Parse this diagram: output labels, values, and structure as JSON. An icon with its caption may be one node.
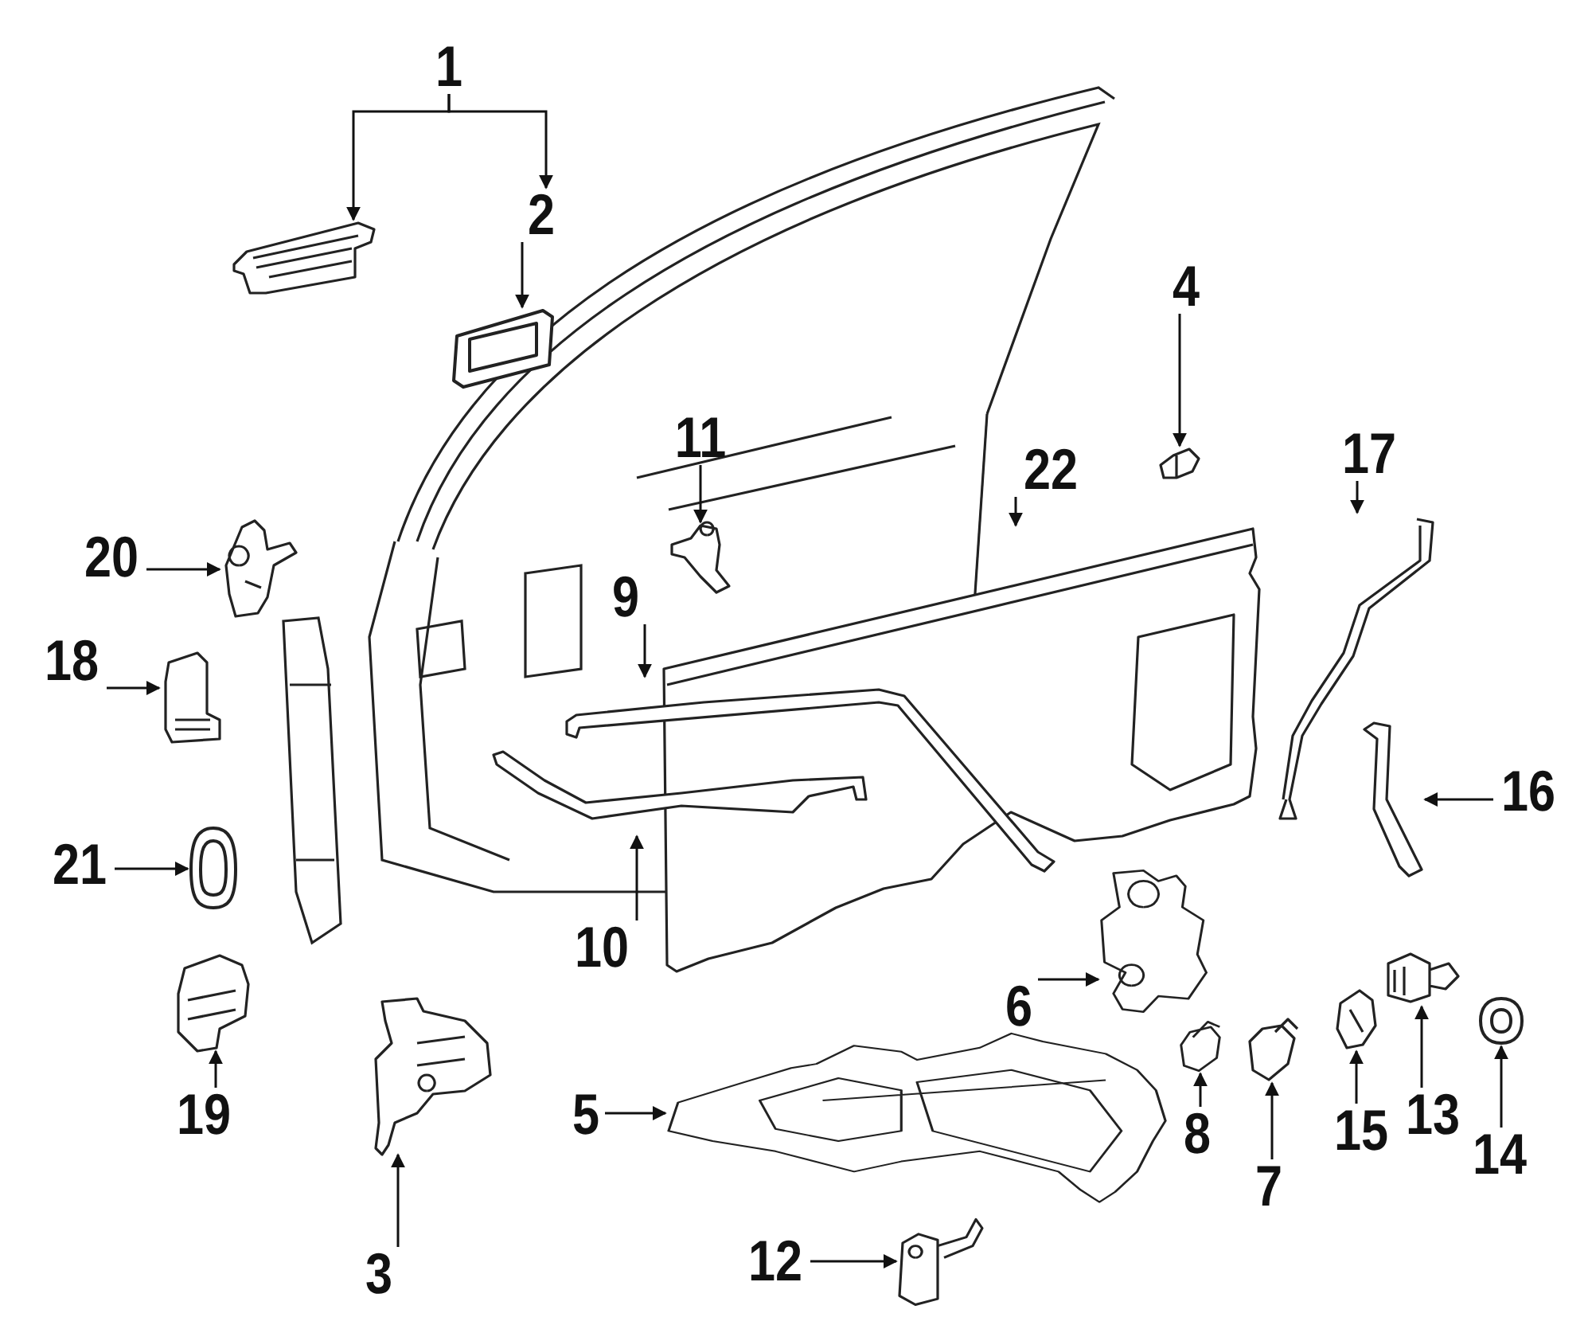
{
  "diagram": {
    "nodes": [
      {
        "text": [
          "1"
        ]
      },
      {
        "text": [],
        "shape": "picture"
      },
      {
        "text": [
          "2"
        ]
      },
      {
        "text": [],
        "shape": "box"
      },
      {
        "text": [
          "4"
        ]
      },
      {
        "text": [],
        "shape": "picture"
      },
      {
        "text": [
          "11"
        ]
      },
      {
        "text": [],
        "shape": "picture"
      },
      {
        "text": [
          "22"
        ]
      },
      {
        "text": [],
        "shape": "picture"
      },
      {
        "text": [
          "17"
        ]
      },
      {
        "text": [],
        "shape": "picture"
      },
      {
        "text": [
          "20"
        ]
      },
      {
        "text": [],
        "shape": "picture"
      },
      {
        "text": [
          "18"
        ]
      },
      {
        "text": [],
        "shape": "picture"
      },
      {
        "text": [
          "9"
        ]
      },
      {
        "text": [],
        "shape": "picture"
      },
      {
        "text": [
          "16"
        ]
      },
      {
        "text": [],
        "shape": "picture"
      },
      {
        "text": [
          "21"
        ]
      },
      {
        "text": [],
        "shape": "circle"
      },
      {
        "text": [
          "10"
        ]
      },
      {
        "text": [],
        "shape": "picture"
      },
      {
        "text": [
          "6"
        ]
      },
      {
        "text": [],
        "shape": "picture"
      },
      {
        "text": [
          "19"
        ]
      },
      {
        "text": [],
        "shape": "picture"
      },
      {
        "text": [
          "15"
        ]
      },
      {
        "text": [],
        "shape": "picture"
      },
      {
        "text": [
          "13"
        ]
      },
      {
        "text": [],
        "shape": "picture"
      },
      {
        "text": [
          "14"
        ]
      },
      {
        "text": [],
        "shape": "circle"
      },
      {
        "text": [
          "8"
        ]
      },
      {
        "text": [],
        "shape": "picture"
      },
      {
        "text": [
          "7"
        ]
      },
      {
        "text": [],
        "shape": "picture"
      },
      {
        "text": [
          "5"
        ]
      },
      {
        "text": [],
        "shape": "picture"
      },
      {
        "text": [
          "12"
        ]
      },
      {
        "text": [],
        "shape": "picture"
      },
      {
        "text": [
          "3"
        ]
      },
      {
        "text": [],
        "shape": "picture"
      }
    ],
    "edges": [
      {
        "from": 0,
        "to": 1,
        "arrow": "to"
      },
      {
        "from": 0,
        "to": 2,
        "arrow": "to"
      },
      {
        "from": 2,
        "to": 3,
        "arrow": "to"
      },
      {
        "from": 4,
        "to": 5,
        "arrow": "to"
      },
      {
        "from": 6,
        "to": 7,
        "arrow": "to"
      },
      {
        "from": 8,
        "to": 9,
        "arrow": "to"
      },
      {
        "from": 10,
        "to": 11,
        "arrow": "to"
      },
      {
        "from": 12,
        "to": 13,
        "arrow": "to"
      },
      {
        "from": 14,
        "to": 15,
        "arrow": "to"
      },
      {
        "from": 16,
        "to": 17,
        "arrow": "to"
      },
      {
        "from": 18,
        "to": 19,
        "arrow": "to"
      },
      {
        "from": 20,
        "to": 21,
        "arrow": "to"
      },
      {
        "from": 22,
        "to": 23,
        "arrow": "to"
      },
      {
        "from": 24,
        "to": 25,
        "arrow": "to"
      },
      {
        "from": 26,
        "to": 27,
        "arrow": "to"
      },
      {
        "from": 28,
        "to": 29,
        "arrow": "to"
      },
      {
        "from": 30,
        "to": 31,
        "arrow": "to"
      },
      {
        "from": 32,
        "to": 33,
        "arrow": "to"
      },
      {
        "from": 34,
        "to": 35,
        "arrow": "to"
      },
      {
        "from": 36,
        "to": 37,
        "arrow": "to"
      },
      {
        "from": 38,
        "to": 39,
        "arrow": "to"
      },
      {
        "from": 40,
        "to": 41,
        "arrow": "to"
      },
      {
        "from": 42,
        "to": 43,
        "arrow": "to"
      }
    ]
  }
}
